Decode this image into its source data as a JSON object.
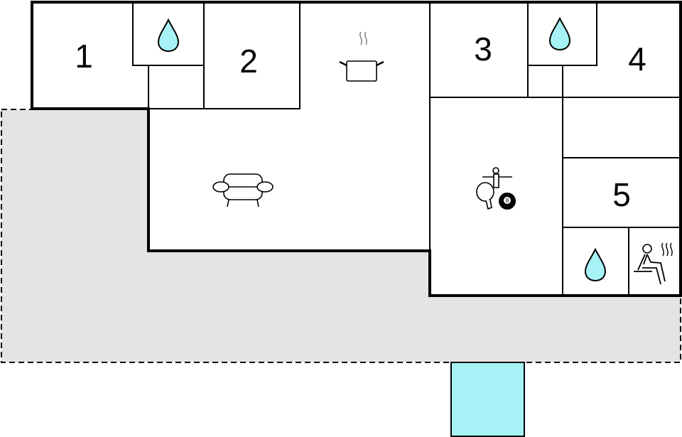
{
  "colors": {
    "terrace": "#e4e4e4",
    "pool": "#a6f2f6",
    "water": "#a6f2f6",
    "walls": "#000000"
  },
  "rooms": [
    {
      "label": "1",
      "type": "bedroom"
    },
    {
      "label": "2",
      "type": "bedroom"
    },
    {
      "label": "3",
      "type": "bedroom"
    },
    {
      "label": "4",
      "type": "bedroom"
    },
    {
      "label": "5",
      "type": "bedroom"
    }
  ],
  "icons": [
    "water-drop-icon",
    "cooking-pot-icon",
    "sofa-icon",
    "games-icon",
    "sauna-icon"
  ],
  "games": {
    "ball_number": "8"
  }
}
